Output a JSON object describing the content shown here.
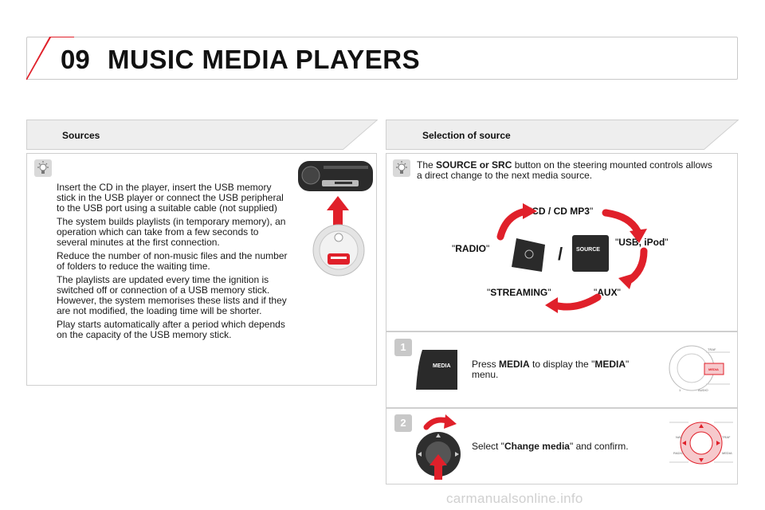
{
  "header": {
    "chapter": "09",
    "title": "MUSIC MEDIA PLAYERS"
  },
  "sources": {
    "heading": "Sources",
    "paragraphs": [
      "Insert the CD in the player, insert the USB memory stick in the USB player or connect the USB peripheral to the USB port using a suitable cable (not supplied)",
      "The system builds playlists (in temporary memory), an operation which can take from a few seconds to several minutes at the first connection.",
      "Reduce the number of non-music files and the number of folders to reduce the waiting time.",
      "The playlists are updated every time the ignition is switched off or connection of a USB memory stick. However, the system memorises these lists and if they are not modified, the loading time will be shorter.",
      "Play starts automatically after a period which depends on the capacity of the USB memory stick."
    ]
  },
  "selection": {
    "heading": "Selection of source",
    "intro_pre": "The ",
    "intro_bold": "SOURCE or SRC",
    "intro_post": " button on the steering mounted controls allows a direct change to the next media source.",
    "cycle": {
      "cd": "CD / CD MP3",
      "usb": "USB, iPod",
      "aux": "AUX",
      "streaming": "STREAMING",
      "radio": "RADIO",
      "slash": "/",
      "source_button": "SOURCE"
    }
  },
  "steps": [
    {
      "number": "1",
      "pre": "Press ",
      "bold": "MEDIA",
      "mid": " to display the \"",
      "bold2": "MEDIA",
      "post": "\" menu.",
      "button_label": "MEDIA"
    },
    {
      "number": "2",
      "pre": "Select \"",
      "bold": "Change media",
      "post": "\" and confirm."
    }
  ],
  "panel_labels": {
    "traf": "TRAF",
    "media": "MEDIA",
    "audio": "AUDIO",
    "one": "1",
    "nav": "NAV",
    "radio": "RADIO"
  },
  "footer": "carmanualsonline.info",
  "colors": {
    "accent_red": "#e0202a",
    "tab_bg": "#eeeeee",
    "border": "#cfcfcf"
  }
}
